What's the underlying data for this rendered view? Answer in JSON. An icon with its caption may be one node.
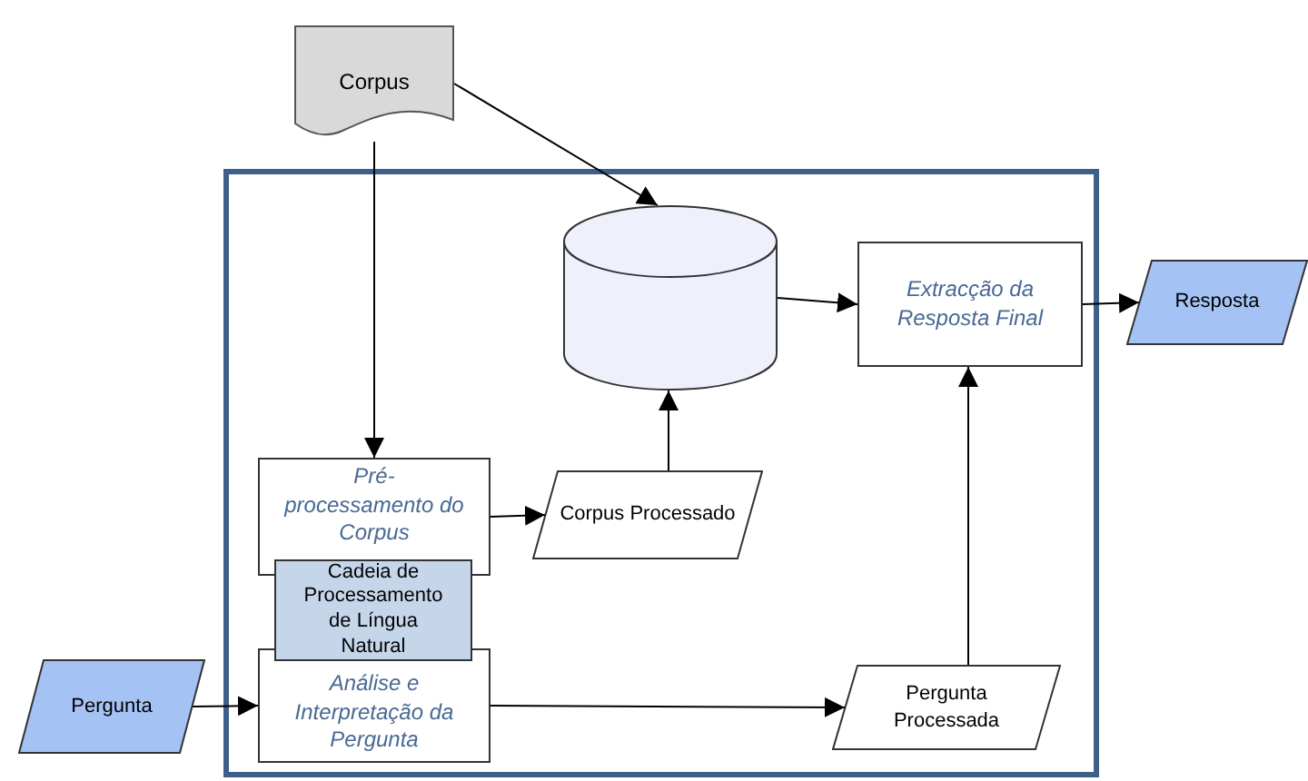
{
  "diagram": {
    "nodes": [
      {
        "text": [
          "Corpus"
        ]
      },
      {
        "text": [],
        "shape": "box"
      },
      {
        "text": [],
        "shape": "cylinder",
        "in": 1
      },
      {
        "text": [
          "Extracção da Resposta Final"
        ],
        "in": 1
      },
      {
        "text": [
          "Resposta"
        ]
      },
      {
        "text": [
          "Pré-processamento do Corpus"
        ],
        "in": 1
      },
      {
        "text": [
          "Corpus Processado"
        ],
        "in": 1
      },
      {
        "text": [
          "Cadeia de Processamento de Língua Natural"
        ],
        "in": 1
      },
      {
        "text": [
          "Pergunta"
        ]
      },
      {
        "text": [
          "Análise e Interpretação da Pergunta"
        ],
        "in": 1
      },
      {
        "text": [
          "Pergunta Processada"
        ],
        "in": 1
      }
    ],
    "edges": [
      {
        "from": 0,
        "to": 2,
        "arrow": "to"
      },
      {
        "from": 0,
        "to": 5,
        "arrow": "to"
      },
      {
        "from": 2,
        "to": 3,
        "arrow": "to"
      },
      {
        "from": 3,
        "to": 4,
        "arrow": "to"
      },
      {
        "from": 5,
        "to": 6,
        "arrow": "to"
      },
      {
        "from": 6,
        "to": 2,
        "arrow": "to"
      },
      {
        "from": 8,
        "to": 9,
        "arrow": "to"
      },
      {
        "from": 9,
        "to": 10,
        "arrow": "to"
      },
      {
        "from": 10,
        "to": 3,
        "arrow": "to"
      }
    ]
  }
}
